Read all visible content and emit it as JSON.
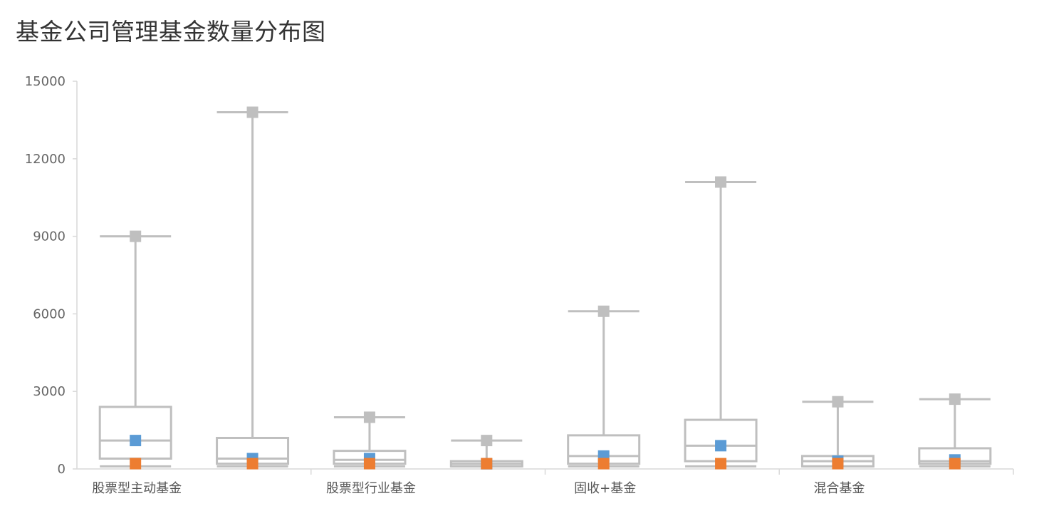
{
  "title": "基金公司管理基金数量分布图",
  "chart_data": {
    "type": "boxplot",
    "title": "基金公司管理基金数量分布图",
    "xlabel": "",
    "ylabel": "",
    "ylim": [
      0,
      15000
    ],
    "yticks": [
      "0",
      "3000",
      "6000",
      "9000",
      "12000",
      "15000"
    ],
    "grid": false,
    "categories": [
      "股票型主动基金",
      "股票型行业基金",
      "固收+基金",
      "混合基金"
    ],
    "colors": {
      "box": "#bfbfbf",
      "max_marker": "#bfbfbf",
      "mean_marker": "#5b9bd5",
      "min_marker": "#ed7d31",
      "axis": "#d9d9d9"
    },
    "boxes": [
      {
        "group": "股票型主动基金",
        "max": 9000,
        "q3": 2400,
        "median": 1100,
        "q1": 400,
        "min": 100,
        "mean": 1100,
        "min_marker": 150
      },
      {
        "group": "股票型主动基金",
        "max": 13800,
        "q3": 1200,
        "median": 400,
        "q1": 200,
        "min": 100,
        "mean": 400,
        "min_marker": 150
      },
      {
        "group": "股票型行业基金",
        "max": 2000,
        "q3": 700,
        "median": 350,
        "q1": 200,
        "min": 100,
        "mean": 400,
        "min_marker": 150
      },
      {
        "group": "股票型行业基金",
        "max": 1100,
        "q3": 300,
        "median": 200,
        "q1": 100,
        "min": 100,
        "mean": 200,
        "min_marker": 150
      },
      {
        "group": "固收+基金",
        "max": 6100,
        "q3": 1300,
        "median": 500,
        "q1": 200,
        "min": 100,
        "mean": 500,
        "min_marker": 150
      },
      {
        "group": "固收+基金",
        "max": 11100,
        "q3": 1900,
        "median": 900,
        "q1": 300,
        "min": 100,
        "mean": 900,
        "min_marker": 150
      },
      {
        "group": "混合基金",
        "max": 2600,
        "q3": 500,
        "median": 300,
        "q1": 100,
        "min": 100,
        "mean": 300,
        "min_marker": 150
      },
      {
        "group": "混合基金",
        "max": 2700,
        "q3": 800,
        "median": 300,
        "q1": 200,
        "min": 100,
        "mean": 350,
        "min_marker": 150
      }
    ]
  }
}
